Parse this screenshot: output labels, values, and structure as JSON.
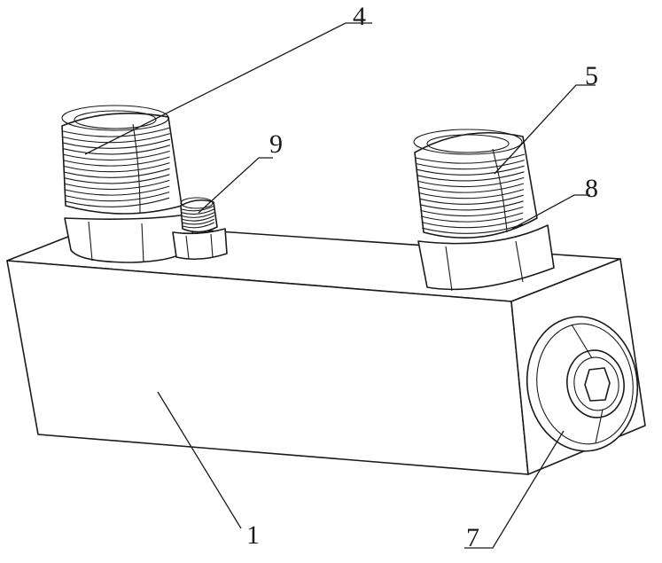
{
  "labels": {
    "body": "1",
    "fitting_left": "4",
    "fitting_right": "5",
    "plug": "7",
    "nut_right": "8",
    "small_fitting": "9"
  }
}
